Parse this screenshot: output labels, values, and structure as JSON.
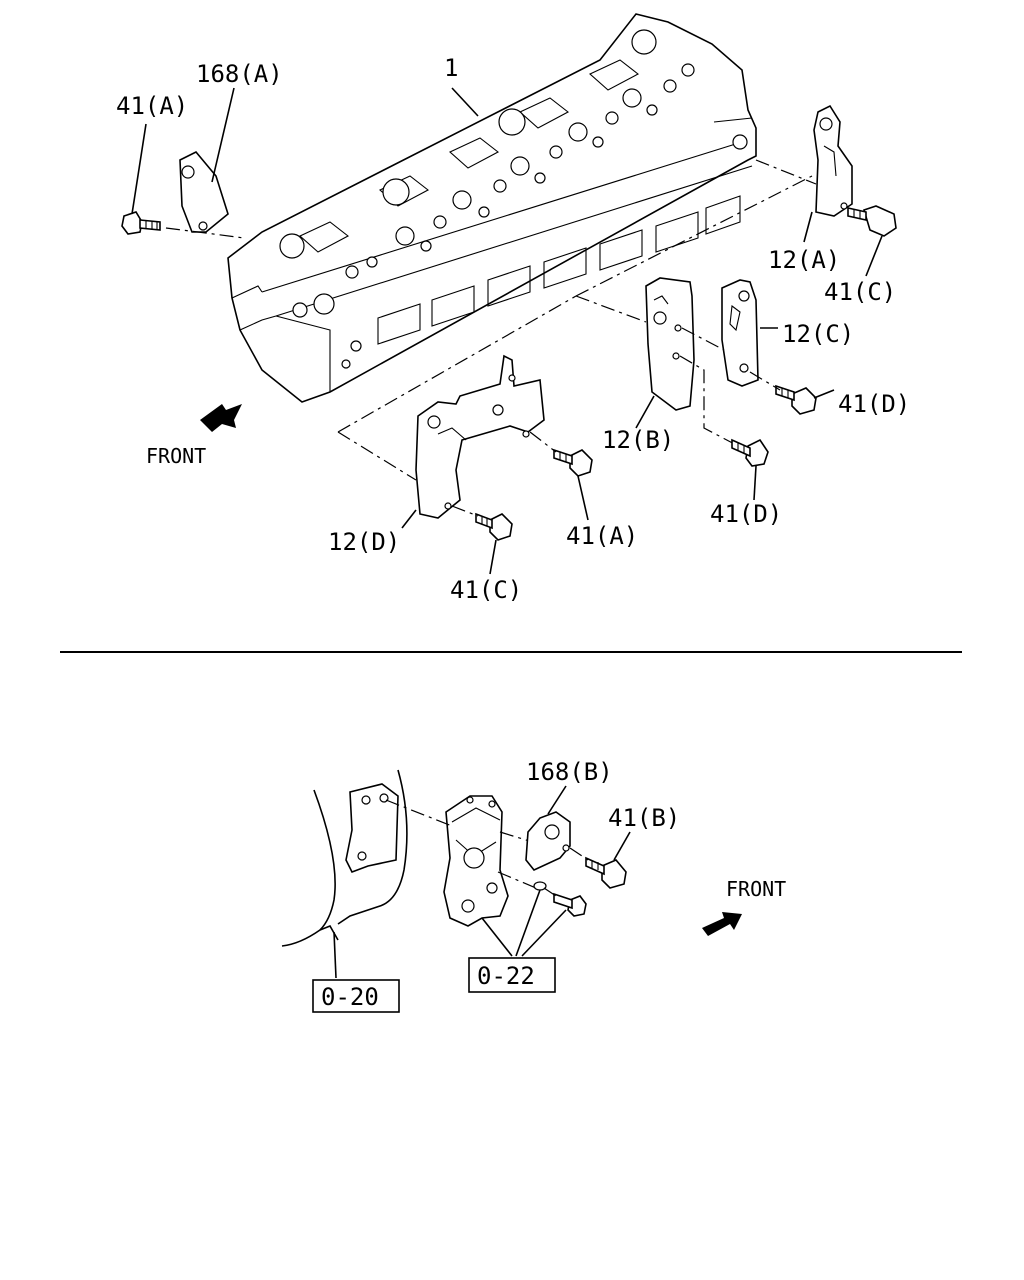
{
  "labels": {
    "head": "1",
    "bracket_168a": "168(A)",
    "bolt_41a_top": "41(A)",
    "bracket_12a": "12(A)",
    "bolt_41c_right": "41(C)",
    "bracket_12c": "12(C)",
    "bolt_41d_right": "41(D)",
    "bracket_12b": "12(B)",
    "bolt_41d_mid": "41(D)",
    "bracket_12d": "12(D)",
    "bolt_41a_mid": "41(A)",
    "bolt_41c_bottom": "41(C)",
    "front_top": "FRONT",
    "bracket_168b": "168(B)",
    "bolt_41b": "41(B)",
    "front_bottom": "FRONT",
    "ref_020": "0-20",
    "ref_022": "0-22"
  }
}
